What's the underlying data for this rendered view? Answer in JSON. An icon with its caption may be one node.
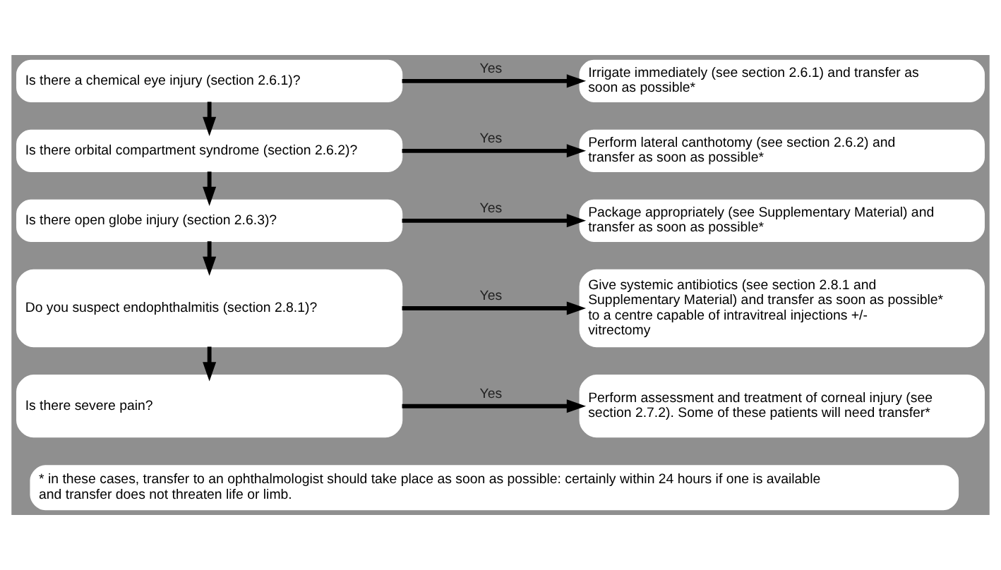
{
  "diagram": {
    "nodes": [
      {
        "text": [
          "Is there a chemical eye injury (section 2.6.1)?"
        ]
      },
      {
        "text": [
          "Irrigate immediately (see section 2.6.1) and transfer as soon as possible*"
        ]
      },
      {
        "text": [
          "Is there orbital compartment syndrome (section 2.6.2)?"
        ]
      },
      {
        "text": [
          "Perform lateral canthotomy (see section 2.6.2) and transfer as soon as possible*"
        ]
      },
      {
        "text": [
          "Is there open globe injury (section 2.6.3)?"
        ]
      },
      {
        "text": [
          "Package appropriately (see Supplementary Material) and transfer as soon as possible*"
        ]
      },
      {
        "text": [
          "Do you suspect endophthalmitis (section 2.8.1)?"
        ]
      },
      {
        "text": [
          "Give systemic antibiotics (see section 2.8.1 and Supplementary Material) and transfer as soon as possible* to a centre capable of intravitreal injections +/- vitrectomy"
        ]
      },
      {
        "text": [
          "Is there severe pain?"
        ]
      },
      {
        "text": [
          "Perform assessment and treatment of corneal injury (see section 2.7.2). Some of these patients will need transfer*"
        ]
      },
      {
        "text": [
          "* in these cases, transfer to an ophthalmologist should take place as soon as possible: certainly within 24 hours if one is available and transfer does not threaten life or limb."
        ]
      }
    ],
    "edges": [
      {
        "from": 0,
        "to": 1,
        "arrow": "to",
        "label": "Yes"
      },
      {
        "from": 0,
        "to": 2,
        "arrow": "to"
      },
      {
        "from": 2,
        "to": 3,
        "arrow": "to",
        "label": "Yes"
      },
      {
        "from": 2,
        "to": 4,
        "arrow": "to"
      },
      {
        "from": 4,
        "to": 5,
        "arrow": "to",
        "label": "Yes"
      },
      {
        "from": 4,
        "to": 6,
        "arrow": "to"
      },
      {
        "from": 6,
        "to": 7,
        "arrow": "to",
        "label": "Yes"
      },
      {
        "from": 6,
        "to": 8,
        "arrow": "to"
      },
      {
        "from": 8,
        "to": 9,
        "arrow": "to",
        "label": "Yes"
      }
    ]
  }
}
